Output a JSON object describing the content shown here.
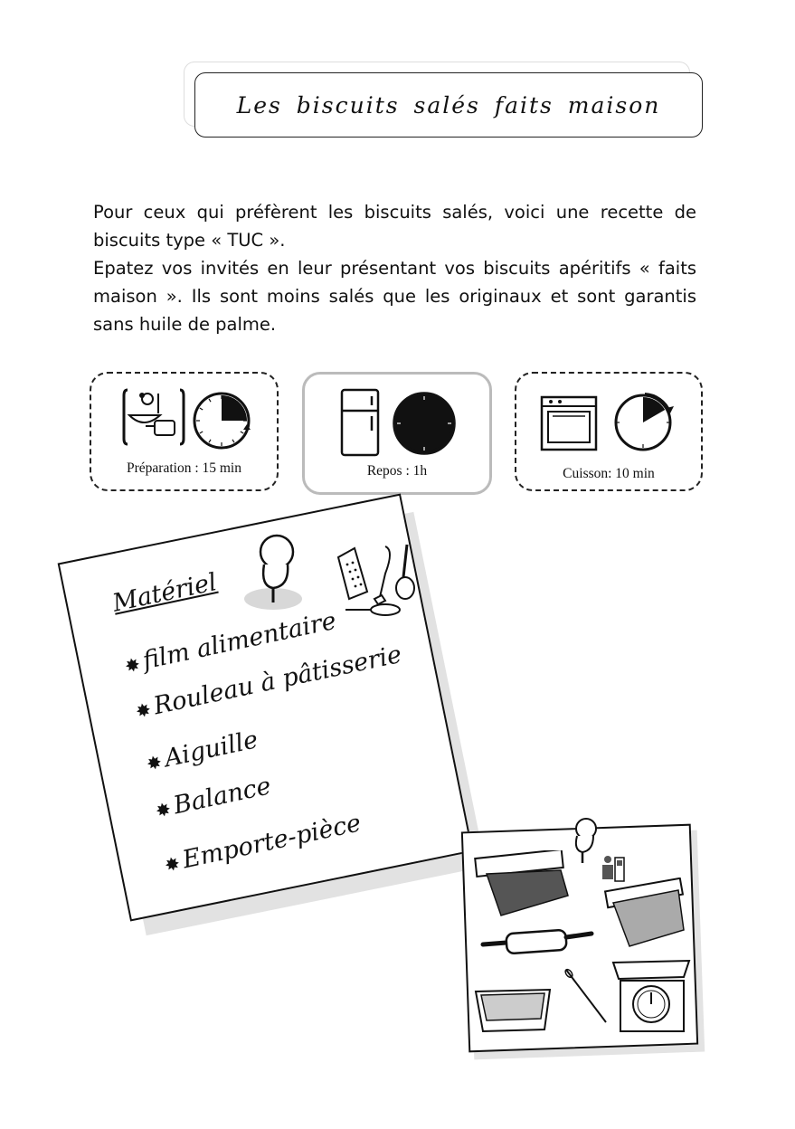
{
  "header": {
    "title": "Les biscuits salés faits maison"
  },
  "intro": {
    "paragraph1": "Pour ceux qui préfèrent les biscuits salés, voici une recette de biscuits type « TUC ».",
    "paragraph2": "Epatez vos invités en leur présentant vos biscuits apéritifs « faits maison ». Ils sont moins salés que les originaux et sont garantis sans huile de palme."
  },
  "timers": [
    {
      "label": "Préparation : 15 min",
      "icon": "cooking-icon",
      "minutes": 15
    },
    {
      "label": "Repos : 1h",
      "icon": "fridge-icon",
      "minutes": 60
    },
    {
      "label": "Cuisson: 10 min",
      "icon": "oven-icon",
      "minutes": 10
    }
  ],
  "materiel": {
    "title": "Matériel",
    "items": [
      "film alimentaire",
      "Rouleau à pâtisserie",
      "Aiguille",
      "Balance",
      "Emporte-pièce"
    ],
    "bullet": "✸"
  }
}
